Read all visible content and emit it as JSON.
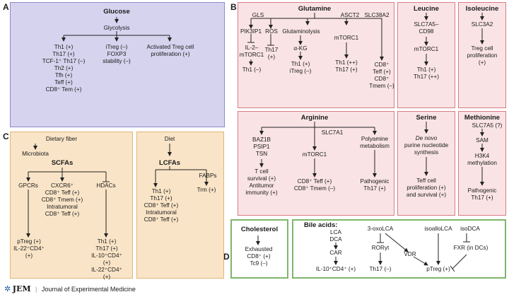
{
  "panels": {
    "a": "A",
    "b": "B",
    "c": "C",
    "d": "D"
  },
  "glucose": {
    "title": "Glucose",
    "glycolysis": "Glycolysis",
    "th_list": [
      "Th1 (+)",
      "Th17 (+)",
      "TCF-1⁺ Th17 (–)",
      "Th2 (+)",
      "Tfh (+)",
      "Teff (+)",
      "CD8⁺ Tem (+)"
    ],
    "itreg": [
      "iTreg (–)",
      "FOXP3",
      "stability (–)"
    ],
    "treg": [
      "Activated Treg cell",
      "proliferation (+)"
    ]
  },
  "glutamine": {
    "title": "Glutamine",
    "gls": "GLS",
    "pik3ip1": "PIK3IP1",
    "ros": "ROS",
    "glutaminolysis": "Glutaminolysis",
    "asct2": "ASCT2",
    "slc38a2": "SLC38A2",
    "il2": [
      "IL-2–",
      "mTORC1"
    ],
    "th1minus": "Th1 (–)",
    "th17": [
      "Th17",
      "(+)"
    ],
    "akg": "α-KG",
    "th1ireg": [
      "Th1 (+)",
      "iTreg (–)"
    ],
    "mtorc1": "mTORC1",
    "th1pp": [
      "Th1 (++)",
      "Th17 (+)"
    ],
    "cd8": [
      "CD8⁺",
      "Teff (+)",
      "CD8⁺",
      "Tmem (–)"
    ]
  },
  "leucine": {
    "title": "Leucine",
    "transporter": [
      "SLC7A5–",
      "CD98"
    ],
    "mtorc1": "mTORC1",
    "out": [
      "Th1 (+)",
      "Th17 (++)"
    ]
  },
  "isoleucine": {
    "title": "Isoleucine",
    "transporter": "SLC3A2",
    "out": [
      "Treg cell",
      "proliferation",
      "(+)"
    ]
  },
  "arginine": {
    "title": "Arginine",
    "slc7a1": "SLC7A1",
    "factors": [
      "BAZ1B",
      "PSIP1",
      "TSN"
    ],
    "tcell": [
      "T cell",
      "survival (+)",
      "Antitumor",
      "immunity (+)"
    ],
    "mtorc1": "mTORC1",
    "cd8": [
      "CD8⁺ Teff (+)",
      "CD8⁺ Tmem (–)"
    ],
    "polyamine": [
      "Polyamine",
      "metabolism"
    ],
    "pathogenic": [
      "Pathogenic",
      "Th17 (+)"
    ]
  },
  "serine": {
    "title": "Serine",
    "denovo": "De novo",
    "synth": [
      "purine nucleotide",
      "synthesis"
    ],
    "out": [
      "Teff cell",
      "proliferation (+)",
      "and survival (+)"
    ]
  },
  "methionine": {
    "title": "Methionine",
    "transporter": "SLC7A5 (?)",
    "sam": "SAM",
    "h3k4": [
      "H3K4",
      "methylation"
    ],
    "out": [
      "Pathogenic",
      "Th17 (+)"
    ]
  },
  "scfa": {
    "dietary": "Dietary fiber",
    "microbiota": "Microbiota",
    "title": "SCFAs",
    "gpcrs": "GPCRs",
    "hdacs": "HDACs",
    "cxcr6": [
      "CXCR6⁺",
      "CD8⁺ Teff (+)",
      "CD8⁺ Tmem (+)",
      "Intratumoral",
      "CD8⁺ Teff (+)"
    ],
    "ptreg": [
      "pTreg (+)",
      "IL-22⁺CD4⁺",
      "(+)"
    ],
    "hdac_out": [
      "Th1 (+)",
      "Th17 (+)",
      "IL-10⁺CD4⁺",
      "(+)",
      "IL-22⁺CD4⁺",
      "(+)"
    ]
  },
  "lcfa": {
    "diet": "Diet",
    "title": "LCFAs",
    "fabps": "FABPs",
    "out": [
      "Th1 (+)",
      "Th17 (+)",
      "CD8⁺ Teff (+)",
      "Intratumoral",
      "CD8⁺ Teff (+)"
    ],
    "trm": "Trm (+)"
  },
  "cholesterol": {
    "title": "Cholesterol",
    "out": [
      "Exhausted",
      "CD8⁺ (+)",
      "Tc9 (–)"
    ]
  },
  "bile": {
    "title": "Bile acids:",
    "lca": "LCA",
    "dca": "DCA",
    "car": "CAR",
    "il10": "IL-10⁺CD4⁺ (+)",
    "oxo": "3-oxoLCA",
    "roryt": "RORγt",
    "th17": "Th17 (–)",
    "iso": "isoalloLCA",
    "vdr": "VDR",
    "ptreg": "pTreg (+)",
    "isodca": "isoDCA",
    "fxr": "FXR (in DCs)"
  },
  "footer": {
    "logo": "JEM",
    "journal": "Journal of Experimental Medicine"
  }
}
